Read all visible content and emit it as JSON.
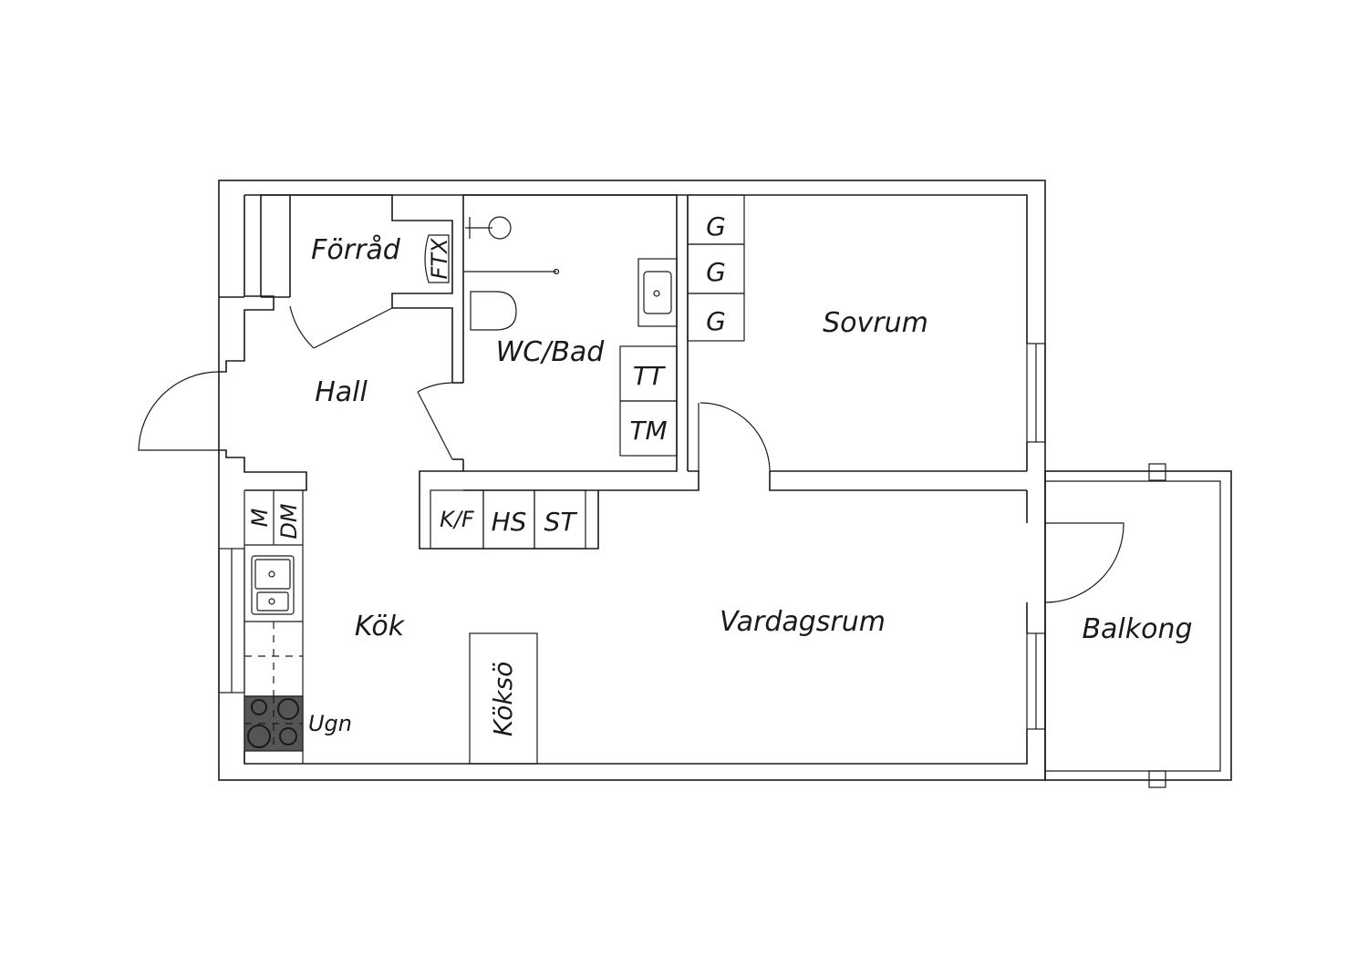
{
  "rooms": {
    "forrad": "Förråd",
    "wc_bad": "WC/Bad",
    "sovrum": "Sovrum",
    "hall": "Hall",
    "kok": "Kök",
    "vardagsrum": "Vardagsrum",
    "balkong": "Balkong"
  },
  "fixtures": {
    "ftx": "FTX",
    "g": "G",
    "tt": "TT",
    "tm": "TM",
    "kf": "K/F",
    "hs": "HS",
    "st": "ST",
    "m": "M",
    "dm": "DM",
    "ugn": "Ugn",
    "kokso": "Köksö"
  }
}
